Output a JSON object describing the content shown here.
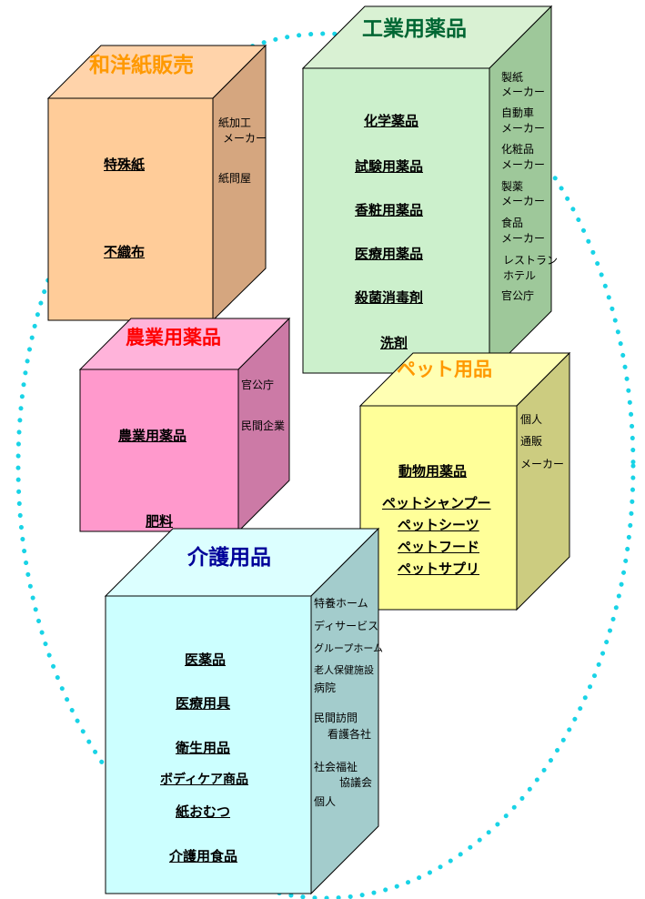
{
  "colors": {
    "circle": "#19d3e6",
    "washi_title": "#ff9900",
    "kogyo_title": "#006633",
    "nogyo_title": "#ff0000",
    "pet_title": "#ff9900",
    "kaigo_title": "#000099"
  },
  "boxes": {
    "washi": {
      "title": "和洋紙販売",
      "products": [
        "特殊紙",
        "不織布"
      ],
      "customers": [
        "紙加工",
        "メーカー",
        "紙問屋"
      ]
    },
    "kogyo": {
      "title": "工業用薬品",
      "products": [
        "化学薬品",
        "試験用薬品",
        "香粧用薬品",
        "医療用薬品",
        "殺菌消毒剤",
        "洗剤"
      ],
      "customers": [
        "製紙",
        "メーカー",
        "自動車",
        "メーカー",
        "化粧品",
        "メーカー",
        "製薬",
        "メーカー",
        "食品",
        "メーカー",
        "レストラン",
        "ホテル",
        "官公庁"
      ]
    },
    "nogyo": {
      "title": "農業用薬品",
      "products": [
        "農業用薬品",
        "肥料"
      ],
      "customers": [
        "官公庁",
        "民間企業"
      ]
    },
    "pet": {
      "title": "ペット用品",
      "products": [
        "動物用薬品",
        "ペットシャンプー",
        "ペットシーツ",
        "ペットフード",
        "ペットサプリ"
      ],
      "customers": [
        "個人",
        "通販",
        "メーカー"
      ]
    },
    "kaigo": {
      "title": "介護用品",
      "products": [
        "医薬品",
        "医療用具",
        "衛生用品",
        "ボディケア商品",
        "紙おむつ",
        "介護用食品"
      ],
      "customers": [
        "特養ホーム",
        "ディサービス",
        "グループホーム",
        "老人保健施設",
        "病院",
        "民間訪問",
        "看護各社",
        "社会福祉",
        "協議会",
        "個人"
      ]
    }
  }
}
